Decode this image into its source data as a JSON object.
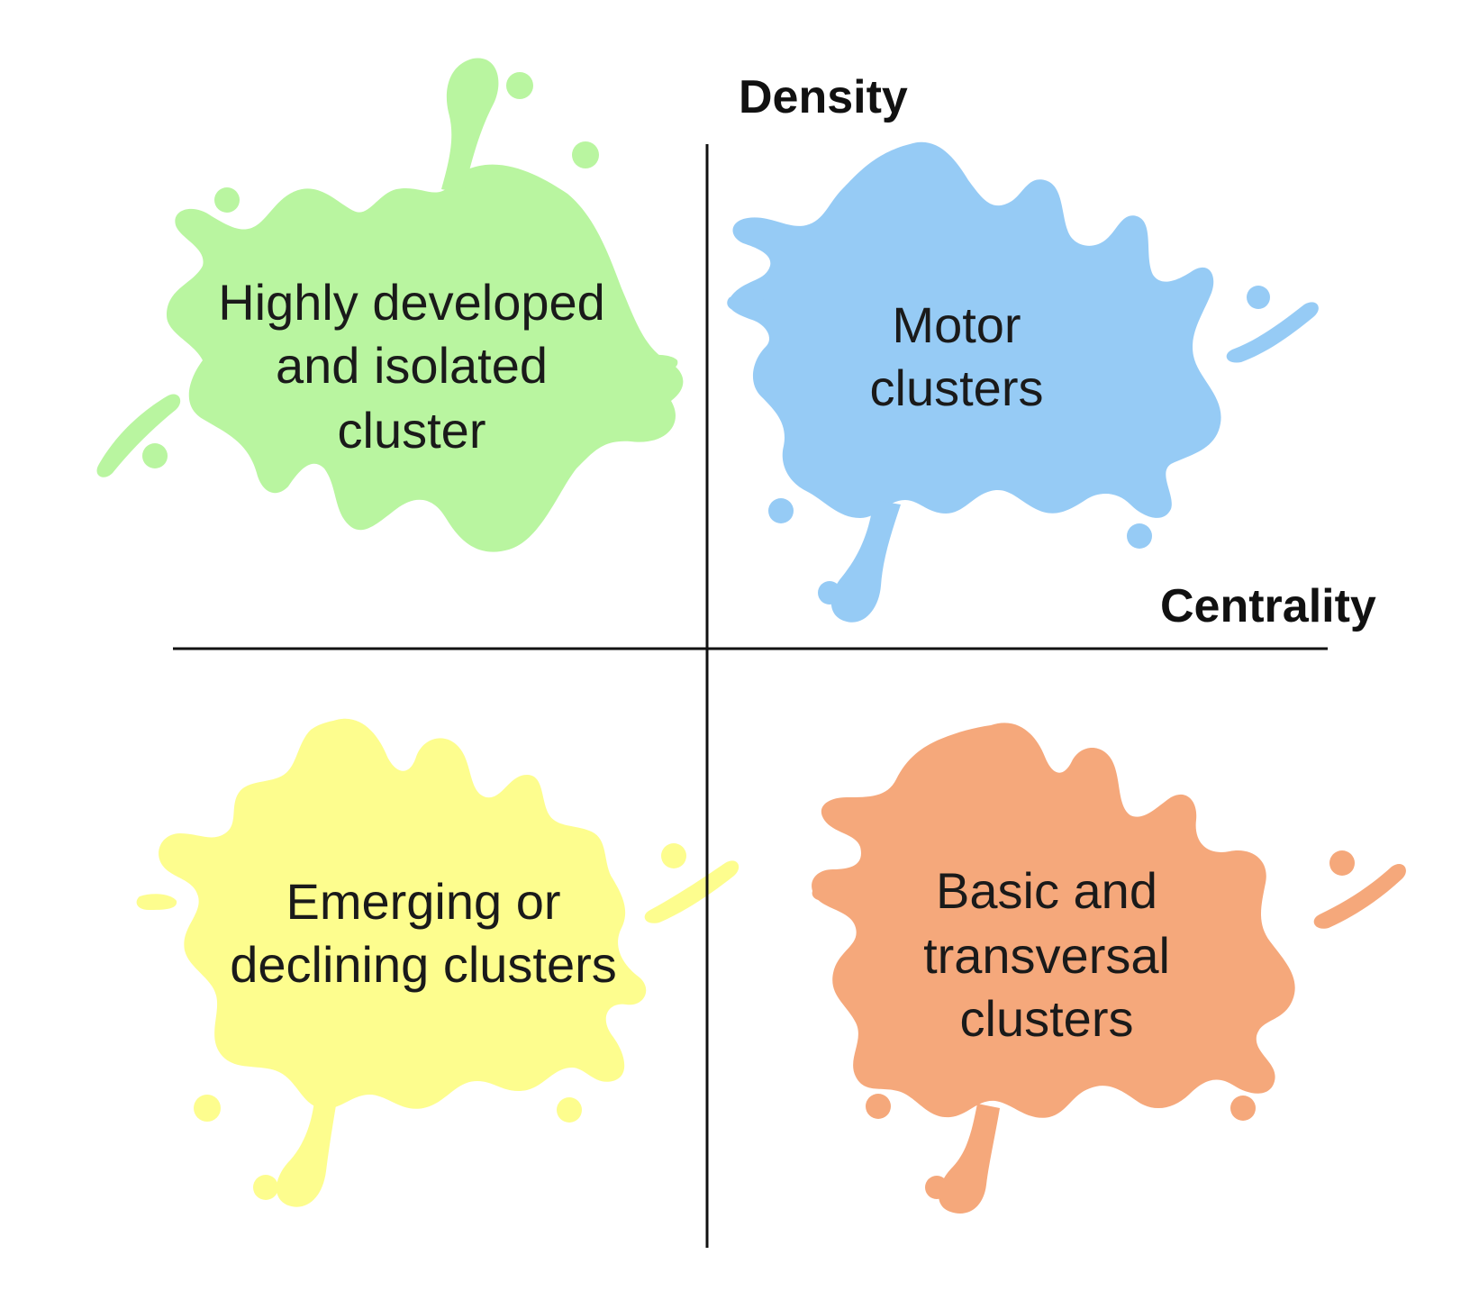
{
  "axes": {
    "vertical_label": "Density",
    "horizontal_label": "Centrality"
  },
  "quadrants": {
    "top_left": {
      "lines": [
        "Highly developed",
        "and isolated",
        "cluster"
      ],
      "color": "#b9f5a0"
    },
    "top_right": {
      "lines": [
        "Motor",
        "clusters"
      ],
      "color": "#96cbf5"
    },
    "bottom_left": {
      "lines": [
        "Emerging or",
        "declining clusters"
      ],
      "color": "#fdfd8e"
    },
    "bottom_right": {
      "lines": [
        "Basic and",
        "transversal",
        "clusters"
      ],
      "color": "#f5a87b"
    }
  }
}
